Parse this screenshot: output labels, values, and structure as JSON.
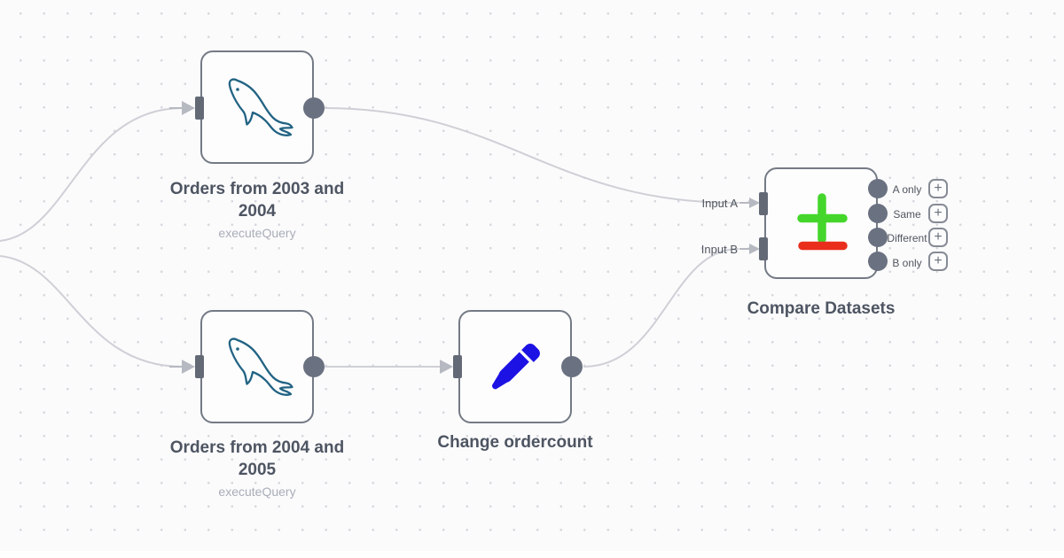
{
  "workflow": {
    "nodes": [
      {
        "title": "Orders from 2003 and 2004",
        "subtitle": "executeQuery",
        "icon": "mysql-dolphin-icon"
      },
      {
        "title": "Orders from 2004 and 2005",
        "subtitle": "executeQuery",
        "icon": "mysql-dolphin-icon"
      },
      {
        "title": "Change ordercount",
        "icon": "pencil-icon"
      },
      {
        "title": "Compare Datasets",
        "icon": "plus-minus-compare-icon"
      }
    ],
    "compare_inputs": [
      {
        "label": "Input A"
      },
      {
        "label": "Input B"
      }
    ],
    "compare_outputs": [
      {
        "label": "A only"
      },
      {
        "label": "Same"
      },
      {
        "label": "Different"
      },
      {
        "label": "B only"
      }
    ],
    "add_output_button_label": "+"
  },
  "colors": {
    "canvas_background": "#fbfbfc",
    "grid_dot": "#d7d8de",
    "node_border": "#747a85",
    "connection_line": "#cfd0d6",
    "arrowhead": "#b6b9c1",
    "endpoint_gray": "#656c78",
    "mysql_teal": "#226383",
    "pencil_blue": "#1d12e4",
    "compare_plus_green": "#45d62b",
    "compare_minus_red": "#ea2e1c",
    "title_text": "#4e5562",
    "subtitle_text": "#a9adb7"
  }
}
